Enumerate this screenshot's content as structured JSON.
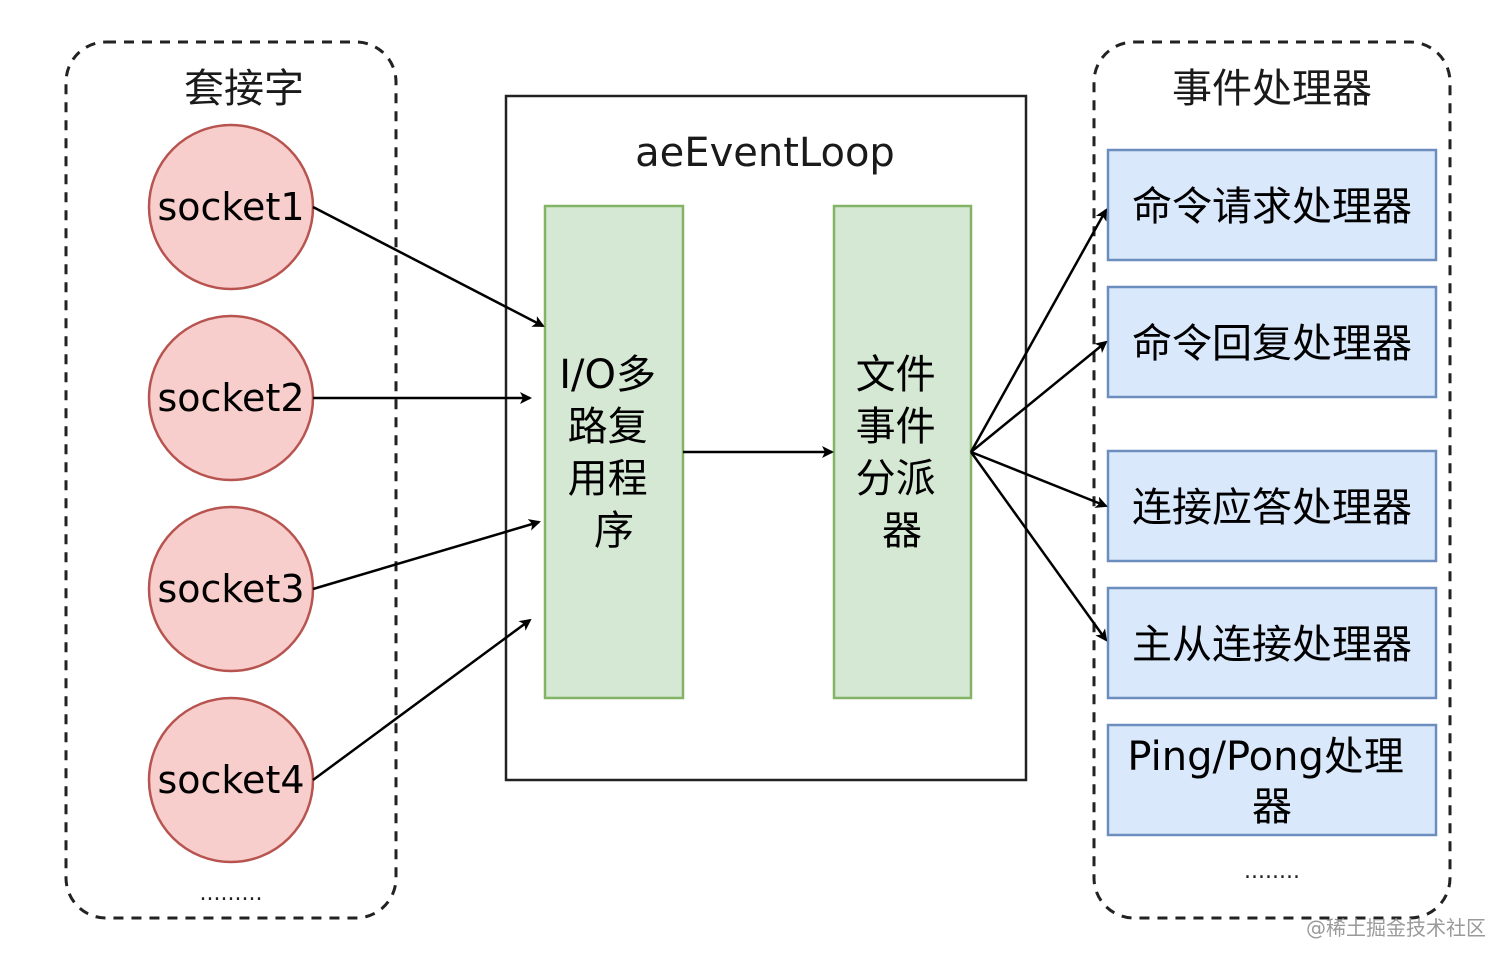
{
  "sockets": {
    "title": "套接字",
    "items": [
      "socket1",
      "socket2",
      "socket3",
      "socket4"
    ],
    "ellipsis": "........."
  },
  "event_loop": {
    "title": "aeEventLoop",
    "multiplexer_lines": [
      "I/O多",
      "路复",
      "用程",
      "序"
    ],
    "dispatcher_lines": [
      "文件",
      "事件",
      "分派",
      "器"
    ]
  },
  "handlers": {
    "title": "事件处理器",
    "items": [
      [
        "命令请求处理器"
      ],
      [
        "命令回复处理器"
      ],
      [
        "连接应答处理器"
      ],
      [
        "主从连接处理器"
      ],
      [
        "Ping/Pong处理",
        "器"
      ]
    ],
    "ellipsis": "........"
  },
  "watermark": "@稀土掘金技术社区",
  "colors": {
    "socket_fill": "#f8cecc",
    "socket_stroke": "#b85450",
    "process_fill": "#d5e8d4",
    "process_stroke": "#82b366",
    "handler_fill": "#dae8fc",
    "handler_stroke": "#6c8ebf"
  }
}
